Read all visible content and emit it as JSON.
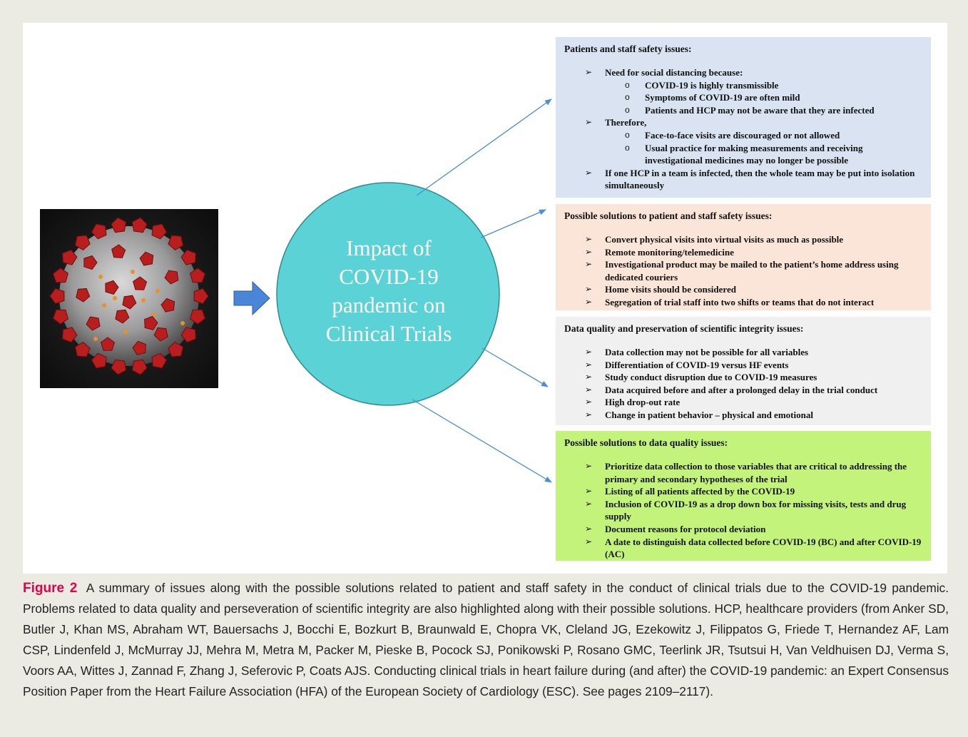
{
  "center": {
    "lines": [
      "Impact of",
      "COVID-19",
      "pandemic on",
      "Clinical Trials"
    ],
    "color": "#5bd3d6"
  },
  "image": {
    "subject": "coronavirus-illustration",
    "spike_color": "#b81e1e"
  },
  "boxes": [
    {
      "title": "Patients and staff safety issues:",
      "color": "#d9e3f2",
      "items": [
        {
          "text": "Need for social distancing because:",
          "sub": [
            "COVID-19 is highly transmissible",
            "Symptoms of COVID-19 are often mild",
            "Patients and HCP may not be aware that they are infected"
          ]
        },
        {
          "text": "Therefore,",
          "sub": [
            "Face-to-face visits are discouraged or not allowed",
            "Usual practice for making measurements and receiving investigational medicines may no longer be possible"
          ]
        },
        {
          "text": "If one HCP in a team is infected, then the whole team may be put into isolation simultaneously"
        }
      ]
    },
    {
      "title": "Possible solutions to patient and staff safety issues:",
      "color": "#fbe5d8",
      "items": [
        {
          "text": "Convert physical visits into virtual visits as much as possible"
        },
        {
          "text": "Remote monitoring/telemedicine"
        },
        {
          "text": "Investigational product may be mailed to the patient’s home address using dedicated couriers"
        },
        {
          "text": "Home visits should be considered"
        },
        {
          "text": "Segregation of trial staff into two shifts or teams that do not interact"
        }
      ]
    },
    {
      "title": "Data quality and preservation of scientific integrity issues:",
      "color": "#f0f0f0",
      "items": [
        {
          "text": "Data collection may not be possible for all variables"
        },
        {
          "text": "Differentiation of COVID-19 versus HF events"
        },
        {
          "text": "Study conduct disruption due to COVID-19 measures"
        },
        {
          "text": "Data acquired before and after a prolonged delay in the trial conduct"
        },
        {
          "text": "High drop-out rate"
        },
        {
          "text": "Change in patient behavior – physical and emotional"
        }
      ]
    },
    {
      "title": "Possible solutions to data quality issues:",
      "color": "#c3f37a",
      "items": [
        {
          "text": "Prioritize data collection to those variables that are critical to addressing the primary and secondary hypotheses of the trial"
        },
        {
          "text": "Listing of all patients affected by the COVID-19"
        },
        {
          "text": "Inclusion of COVID-19 as a drop down box for missing visits, tests and drug supply"
        },
        {
          "text": "Document reasons for protocol deviation"
        },
        {
          "text": "A date to distinguish data collected before COVID-19 (BC) and after COVID-19 (AC)"
        }
      ]
    }
  ],
  "caption": {
    "label": "Figure 2",
    "text": "A summary of issues along with the possible solutions related to patient and staff safety in the conduct of clinical trials due to the COVID-19 pandemic. Problems related to data quality and perseveration of scientific integrity are also highlighted along with their possible solutions. HCP, healthcare providers (from Anker SD, Butler J, Khan MS, Abraham WT, Bauersachs J, Bocchi E, Bozkurt B, Braunwald E, Chopra VK, Cleland JG, Ezekowitz J, Filippatos G, Friede T, Hernandez AF, Lam CSP, Lindenfeld J, McMurray JJ, Mehra M, Metra M, Packer M, Pieske B, Pocock SJ, Ponikowski P, Rosano GMC, Teerlink JR, Tsutsui H, Van Veldhuisen DJ, Verma S, Voors AA, Wittes J, Zannad F, Zhang J, Seferovic P, Coats AJS. Conducting clinical trials in heart failure during (and after) the COVID-19 pandemic: an Expert Consensus Position Paper from the Heart Failure Association (HFA) of the European Society of Cardiology (ESC). See pages 2109–2117).",
    "label_color": "#e4004a"
  },
  "colors": {
    "arrow": "#4a8fd0",
    "block_arrow": "#4a86d8"
  }
}
